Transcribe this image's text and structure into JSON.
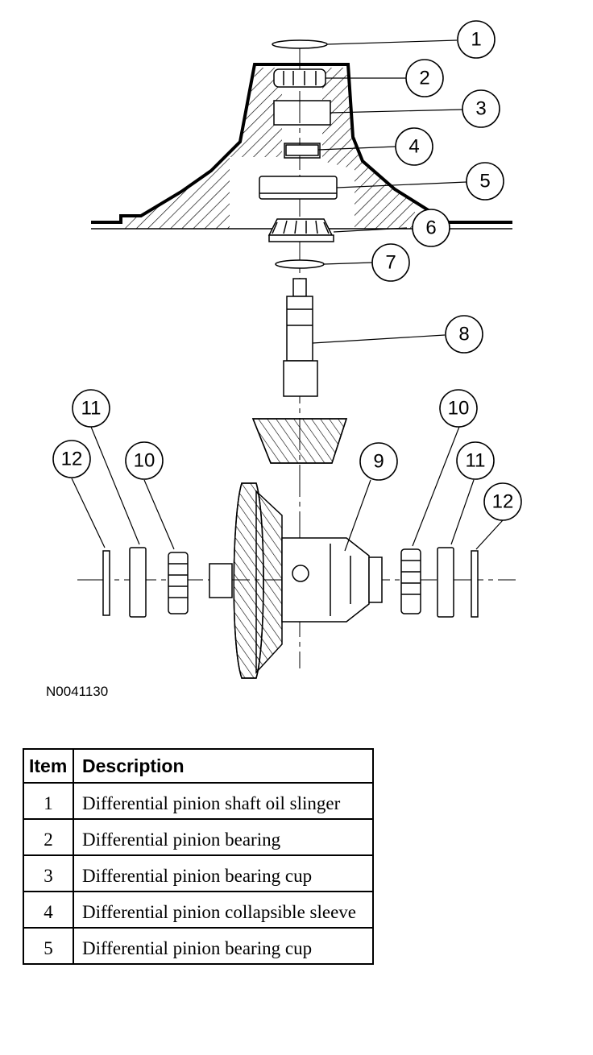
{
  "figure": {
    "id_code": "N0041130",
    "callouts": [
      "1",
      "2",
      "3",
      "4",
      "5",
      "6",
      "7",
      "8",
      "9",
      "10",
      "10",
      "11",
      "11",
      "12",
      "12"
    ]
  },
  "table": {
    "headers": {
      "item": "Item",
      "description": "Description"
    },
    "rows": [
      {
        "item": "1",
        "description": "Differential pinion shaft oil slinger"
      },
      {
        "item": "2",
        "description": "Differential pinion bearing"
      },
      {
        "item": "3",
        "description": "Differential pinion bearing cup"
      },
      {
        "item": "4",
        "description": "Differential pinion collapsible sleeve"
      },
      {
        "item": "5",
        "description": "Differential pinion bearing cup"
      }
    ]
  }
}
